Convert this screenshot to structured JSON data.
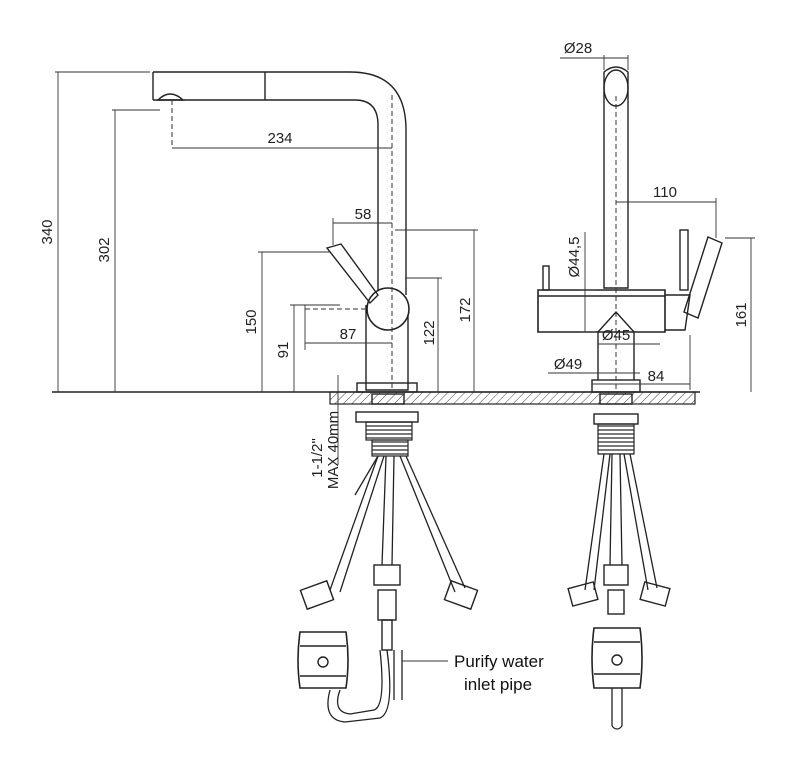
{
  "dimensions": {
    "left_view": {
      "total_height": "340",
      "spout_height": "302",
      "reach": "234",
      "lever_offset": "58",
      "lever_height": "150",
      "side_outlet_height": "91",
      "side_outlet_reach": "87",
      "body_height": "122",
      "top_height": "172"
    },
    "right_view": {
      "spout_diameter": "Ø28",
      "lever_length": "110",
      "body_diameter": "Ø44,5",
      "height": "161",
      "base_diameter": "Ø45",
      "flange_diameter": "Ø49",
      "depth": "84"
    },
    "mounting": {
      "thread": "1-1/2\"",
      "max_thickness": "MAX 40mm"
    }
  },
  "annotation": {
    "line1": "Purify water",
    "line2": "inlet pipe"
  }
}
